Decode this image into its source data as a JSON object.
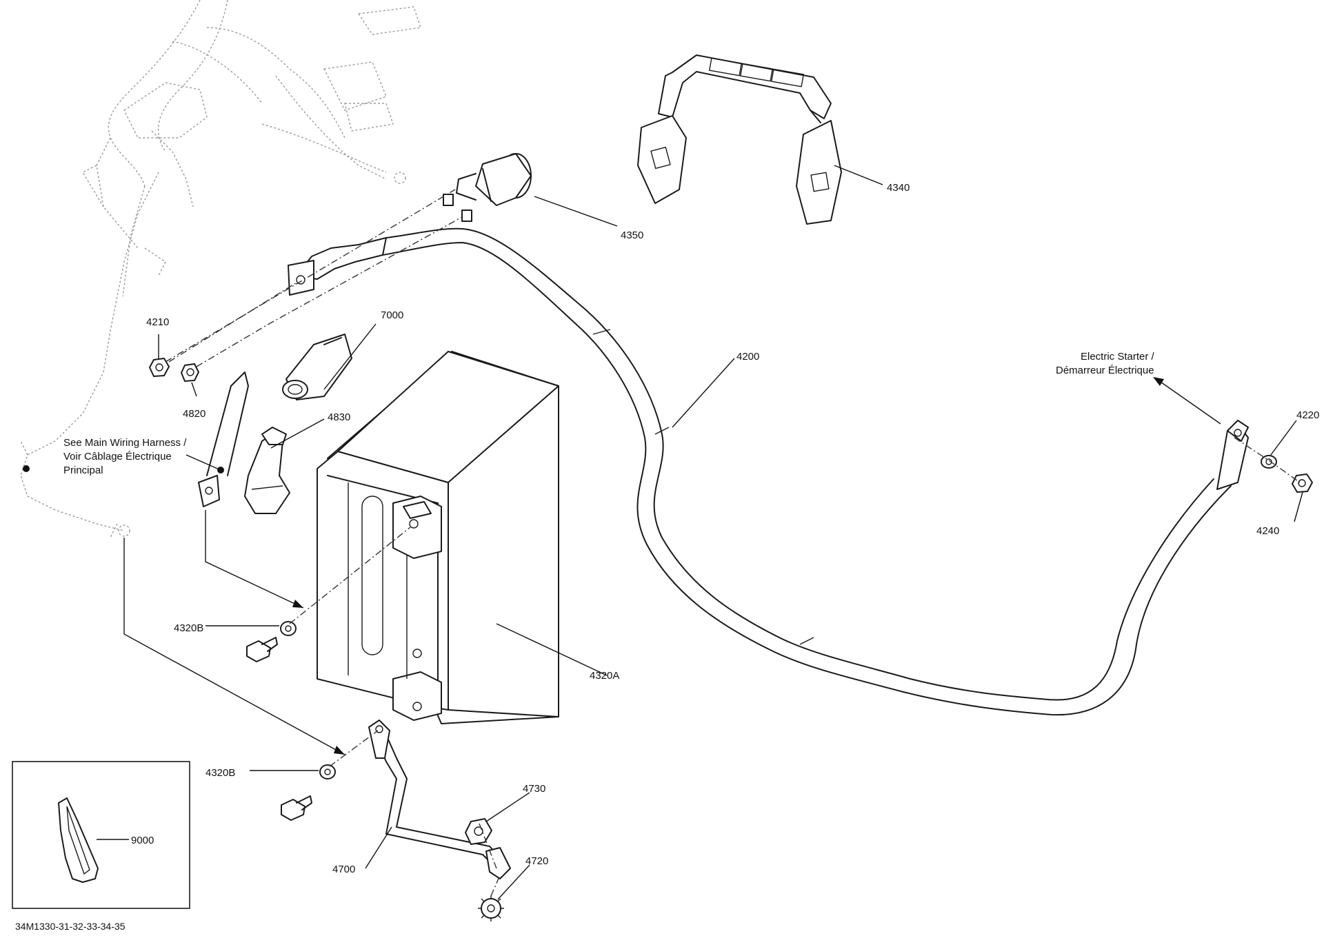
{
  "parts": {
    "p4210": "4210",
    "p4820": "4820",
    "p7000": "7000",
    "p4830": "4830",
    "p4350": "4350",
    "p4340": "4340",
    "p4200": "4200",
    "p4220": "4220",
    "p4240": "4240",
    "p4320A": "4320A",
    "p4320B_top": "4320B",
    "p4320B_bottom": "4320B",
    "p4730": "4730",
    "p4720": "4720",
    "p4700": "4700",
    "p9000": "9000"
  },
  "notes": {
    "harness_line1": "See Main Wiring Harness /",
    "harness_line2": "Voir Câblage Électrique",
    "harness_line3": "Principal",
    "starter_line1": "Electric Starter /",
    "starter_line2": "Démarreur Électrique"
  },
  "drawing_number": "34M1330-31-32-33-34-35"
}
